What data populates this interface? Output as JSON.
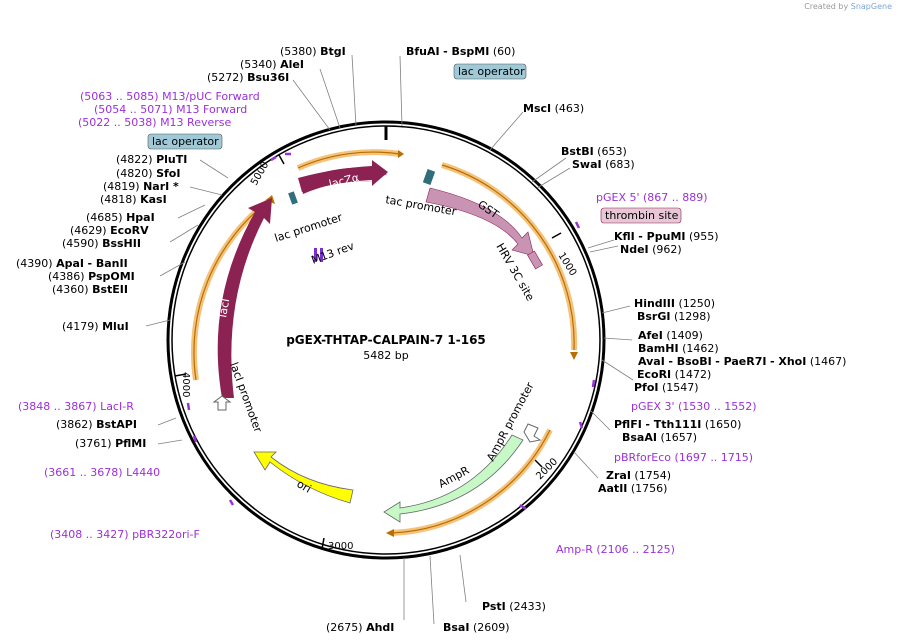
{
  "credit": {
    "prefix": "Created by",
    "brand": "SnapGene"
  },
  "plasmid": {
    "name": "pGEX-THTAP-CALPAIN-7 1-165",
    "length": "5482 bp"
  },
  "ticks": [
    "1000",
    "2000",
    "3000",
    "4000",
    "5000"
  ],
  "features": {
    "lacZa": "lacZα",
    "tac_promoter": "tac promoter",
    "lac_promoter": "lac promoter",
    "m13_rev": "M13 rev",
    "gst": "GST",
    "hrv": "HRV 3C site",
    "laci": "lacI",
    "laci_promoter": "lacI promoter",
    "ori": "ori",
    "ampr": "AmpR",
    "ampr_promoter": "AmpR promoter",
    "lac_operator_top": "lac operator",
    "lac_operator_left": "lac operator",
    "thrombin": "thrombin site"
  },
  "left_labels": [
    {
      "pos": "(5380)",
      "name": "BtgI"
    },
    {
      "pos": "(5340)",
      "name": "AleI"
    },
    {
      "pos": "(5272)",
      "name": "Bsu36I"
    },
    {
      "pos": "(4822)",
      "name": "PluTI"
    },
    {
      "pos": "(4820)",
      "name": "SfoI"
    },
    {
      "pos": "(4819)",
      "name": "NarI *"
    },
    {
      "pos": "(4818)",
      "name": "KasI"
    },
    {
      "pos": "(4685)",
      "name": "HpaI"
    },
    {
      "pos": "(4629)",
      "name": "EcoRV"
    },
    {
      "pos": "(4590)",
      "name": "BssHII"
    },
    {
      "pos": "(4390)",
      "name": "ApaI",
      "name2": "- BanII"
    },
    {
      "pos": "(4386)",
      "name": "PspOMI"
    },
    {
      "pos": "(4360)",
      "name": "BstEII"
    },
    {
      "pos": "(4179)",
      "name": "MluI"
    },
    {
      "pos": "(3862)",
      "name": "BstAPI"
    },
    {
      "pos": "(3761)",
      "name": "PflMI"
    }
  ],
  "primers_left": [
    {
      "range": "(5063 .. 5085)",
      "name": "M13/pUC Forward"
    },
    {
      "range": "(5054 .. 5071)",
      "name": "M13 Forward"
    },
    {
      "range": "(5022 .. 5038)",
      "name": "M13 Reverse"
    },
    {
      "range": "(3848 .. 3867)",
      "name": "LacI-R"
    },
    {
      "range": "(3661 .. 3678)",
      "name": "L4440"
    },
    {
      "range": "(3408 .. 3427)",
      "name": "pBR322ori-F"
    }
  ],
  "right_labels": [
    {
      "name": "BfuAI",
      "name2": "- BspMI",
      "pos": "(60)"
    },
    {
      "name": "MscI",
      "pos": "(463)"
    },
    {
      "name": "BstBI",
      "pos": "(653)"
    },
    {
      "name": "SwaI",
      "pos": "(683)"
    },
    {
      "name": "KflI",
      "name2": "- PpuMI",
      "pos": "(955)"
    },
    {
      "name": "NdeI",
      "pos": "(962)"
    },
    {
      "name": "HindIII",
      "pos": "(1250)"
    },
    {
      "name": "BsrGI",
      "pos": "(1298)"
    },
    {
      "name": "AfeI",
      "pos": "(1409)"
    },
    {
      "name": "BamHI",
      "pos": "(1462)"
    },
    {
      "name": "AvaI",
      "name2": "- BsoBI",
      "name3": "- PaeR7I",
      "name4": "- XhoI",
      "pos": "(1467)"
    },
    {
      "name": "EcoRI",
      "pos": "(1472)"
    },
    {
      "name": "PfoI",
      "pos": "(1547)"
    },
    {
      "name": "PflFI",
      "name2": "- Tth111I",
      "pos": "(1650)"
    },
    {
      "name": "BsaAI",
      "pos": "(1657)"
    },
    {
      "name": "ZraI",
      "pos": "(1754)"
    },
    {
      "name": "AatII",
      "pos": "(1756)"
    }
  ],
  "primers_right": [
    {
      "name": "pGEX 5'",
      "range": "(867 .. 889)"
    },
    {
      "name": "pGEX 3'",
      "range": "(1530 .. 1552)"
    },
    {
      "name": "pBRforEco",
      "range": "(1697 .. 1715)"
    },
    {
      "name": "Amp-R",
      "range": "(2106 .. 2125)"
    }
  ],
  "bottom_labels": [
    {
      "name": "PstI",
      "pos": "(2433)"
    },
    {
      "name": "BsaI",
      "pos": "(2609)"
    },
    {
      "pos": "(2675)",
      "name": "AhdI"
    }
  ],
  "colors": {
    "lacZa": "#8b2252",
    "gst": "#c994b3",
    "laci": "#8b2252",
    "ori": "#ffff00",
    "ampr": "#c7f9c7",
    "promoter_arc": "#f5c27a",
    "primer": "#9b30d9",
    "operator": "#9fc9d6"
  }
}
